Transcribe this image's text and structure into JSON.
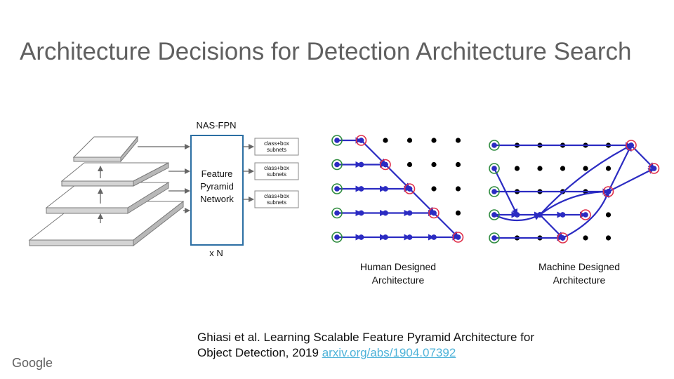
{
  "slide": {
    "title": "Architecture Decisions for Detection Architecture Search"
  },
  "fpn": {
    "header": "NAS-FPN",
    "box_line1": "Feature",
    "box_line2": "Pyramid",
    "box_line3": "Network",
    "repeat": "x N",
    "subnet_line1": "class+box",
    "subnet_line2": "subnets"
  },
  "grids": {
    "human_line1": "Human Designed",
    "human_line2": "Architecture",
    "machine_line1": "Machine Designed",
    "machine_line2": "Architecture"
  },
  "citation": {
    "line1": "Ghiasi et al. Learning Scalable Feature Pyramid Architecture for",
    "line2": "Object Detection, 2019",
    "link": "arxiv.org/abs/1904.07392"
  },
  "footer": {
    "logo": "Google"
  },
  "colors": {
    "title": "#606060",
    "fpn_box": "#2c6fa3",
    "flow": "#2b2bc2",
    "input_ring": "#2e8b3e",
    "output_ring": "#e0304a",
    "link": "#4fb3d9"
  }
}
